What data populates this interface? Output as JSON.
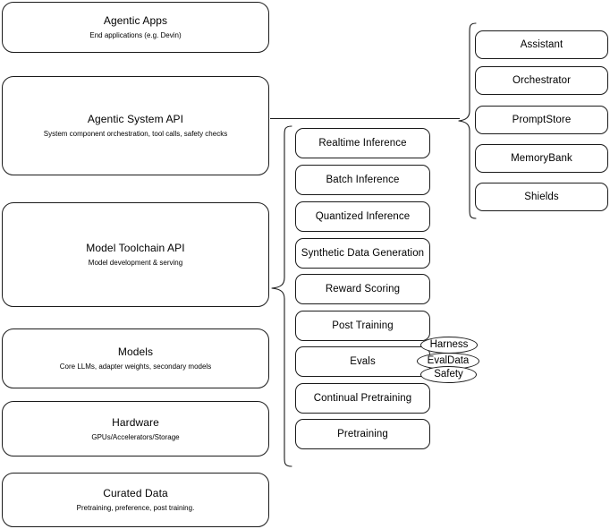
{
  "diagram": {
    "type": "layered-architecture-diagram",
    "background_color": "#ffffff",
    "stroke_color": "#1a1a1a"
  },
  "left_stack": {
    "name": "platform-layers",
    "items": [
      {
        "title": "Agentic Apps",
        "subtitle": "End applications (e.g. Devin)"
      },
      {
        "title": "Agentic System API",
        "subtitle": "System component orchestration, tool calls, safety checks"
      },
      {
        "title": "Model Toolchain API",
        "subtitle": "Model development & serving"
      },
      {
        "title": "Models",
        "subtitle": "Core LLMs, adapter weights, secondary models"
      },
      {
        "title": "Hardware",
        "subtitle": "GPUs/Accelerators/Storage"
      },
      {
        "title": "Curated Data",
        "subtitle": "Pretraining, preference, post training."
      }
    ]
  },
  "middle_column": {
    "name": "model-toolchain-capabilities",
    "items": [
      {
        "label": "Realtime Inference"
      },
      {
        "label": "Batch Inference"
      },
      {
        "label": "Quantized Inference"
      },
      {
        "label": "Synthetic Data Generation"
      },
      {
        "label": "Reward Scoring"
      },
      {
        "label": "Post Training"
      },
      {
        "label": "Evals"
      },
      {
        "label": "Continual Pretraining"
      },
      {
        "label": "Pretraining"
      }
    ]
  },
  "right_column": {
    "name": "agentic-system-components",
    "items": [
      {
        "label": "Assistant"
      },
      {
        "label": "Orchestrator"
      },
      {
        "label": "PromptStore"
      },
      {
        "label": "MemoryBank"
      },
      {
        "label": "Shields"
      }
    ]
  },
  "evals_pills": {
    "name": "evals-subcomponents",
    "items": [
      {
        "label": "Harness"
      },
      {
        "label": "EvalData"
      },
      {
        "label": "Safety"
      }
    ]
  }
}
